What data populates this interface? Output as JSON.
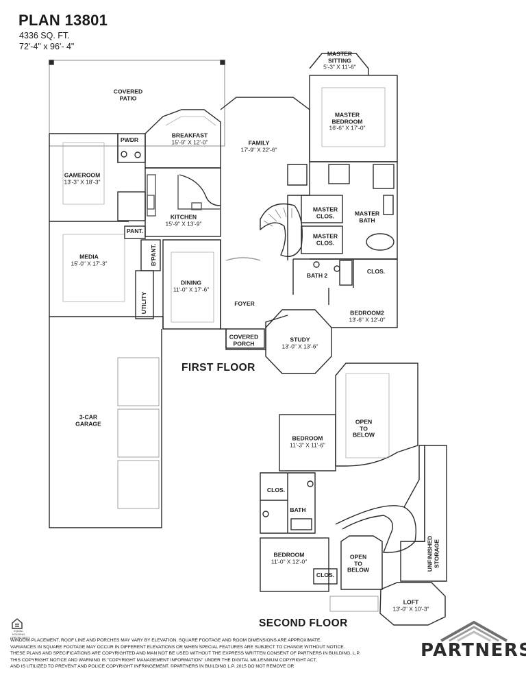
{
  "header": {
    "title": "PLAN 13801",
    "area": "4336 SQ. FT.",
    "dimensions": "72'-4\" x 96'- 4\""
  },
  "floors": {
    "first": "FIRST FLOOR",
    "second": "SECOND FLOOR"
  },
  "rooms": {
    "covered_patio": {
      "name": "COVERED\nPATIO"
    },
    "breakfast": {
      "name": "BREAKFAST",
      "dims": "15'-9\" X 12'-0\""
    },
    "pwdr": {
      "name": "PWDR"
    },
    "family": {
      "name": "FAMILY",
      "dims": "17'-9\" X 22'-6\""
    },
    "master_sitting": {
      "name": "MASTER\nSITTING",
      "dims": "5'-3\" X 11'-6\""
    },
    "master_bedroom": {
      "name": "MASTER\nBEDROOM",
      "dims": "16'-6\" X 17'-0\""
    },
    "gameroom": {
      "name": "GAMEROOM",
      "dims": "13'-3\" X 18'-3\""
    },
    "kitchen": {
      "name": "KITCHEN",
      "dims": "15'-9\" X 13'-9\""
    },
    "master_clos_1": {
      "name": "MASTER\nCLOS."
    },
    "master_bath": {
      "name": "MASTER\nBATH"
    },
    "master_clos_2": {
      "name": "MASTER\nCLOS."
    },
    "pant": {
      "name": "PANT."
    },
    "media": {
      "name": "MEDIA",
      "dims": "15'-0\" X 17'-3\""
    },
    "b_pant": {
      "name": "B'PANT."
    },
    "bath_2": {
      "name": "BATH 2"
    },
    "clos": {
      "name": "CLOS."
    },
    "dining": {
      "name": "DINING",
      "dims": "11'-0\" X 17'-6\""
    },
    "utility": {
      "name": "UTILITY"
    },
    "foyer": {
      "name": "FOYER"
    },
    "bedroom2": {
      "name": "BEDROOM2",
      "dims": "13'-6\" X 12'-0\""
    },
    "covered_porch": {
      "name": "COVERED\nPORCH"
    },
    "study": {
      "name": "STUDY",
      "dims": "13'-0\" X 13'-6\""
    },
    "garage": {
      "name": "3-CAR\nGARAGE"
    },
    "open_to_below_1": {
      "name": "OPEN\nTO\nBELOW"
    },
    "bedroom_upper_1": {
      "name": "BEDROOM",
      "dims": "11'-3\" X 11'-6\""
    },
    "clos_upper_1": {
      "name": "CLOS."
    },
    "bath_upper": {
      "name": "BATH"
    },
    "unfinished_storage": {
      "name": "UNFINISHED\nSTORAGE"
    },
    "bedroom_upper_2": {
      "name": "BEDROOM",
      "dims": "11'-0\" X 12'-0\""
    },
    "open_to_below_2": {
      "name": "OPEN\nTO\nBELOW"
    },
    "clos_upper_2": {
      "name": "CLOS."
    },
    "loft": {
      "name": "LOFT",
      "dims": "13'-0\" X 10'-3\""
    }
  },
  "disclaimer": [
    "WINDOW PLACEMENT, ROOF LINE AND PORCHES MAY VARY BY ELEVATION.  SQUARE FOOTAGE AND ROOM DIMENSIONS ARE APPROXIMATE.",
    "VARIANCES IN SQUARE FOOTAGE MAY OCCUR IN DIFFERENT ELEVATIONS OR  WHEN SPECIAL FEATURES ARE SUBJECT TO CHANGE WITHOUT NOTICE.",
    "THESE PLANS AND SPECIFICATIONS ARE COPYRIGHTED AND MAN NOT BE USED WITHOUT THE EXPRESS WRITTEN CONSENT OF PARTNERS IN BUILDING, L.P.",
    "THIS COPYRIGHT NOTICE AND WARNING IS \"COPYRIGHT MANAGEMENT INFORMATION\" UNDER THE DIGITAL MILLENNIUM COPYRIGHT ACT,",
    "AND IS UTILIZED TO PREVENT AND POLICE COPYRIGHT INFRINGEMENT. ©PARTNERS IN BUILDING L.P.        2015   DO NOT REMOVE OR"
  ],
  "brand": {
    "name": "PARTNERS",
    "icon": "house-roof-icon"
  },
  "equal_housing": {
    "icon": "equal-housing-icon",
    "text": "EQUAL HOUSING OPPORTUNITY"
  },
  "colors": {
    "line": "#2a2a2a",
    "light_line": "#9a9a9a",
    "text": "#1a1a1a"
  }
}
